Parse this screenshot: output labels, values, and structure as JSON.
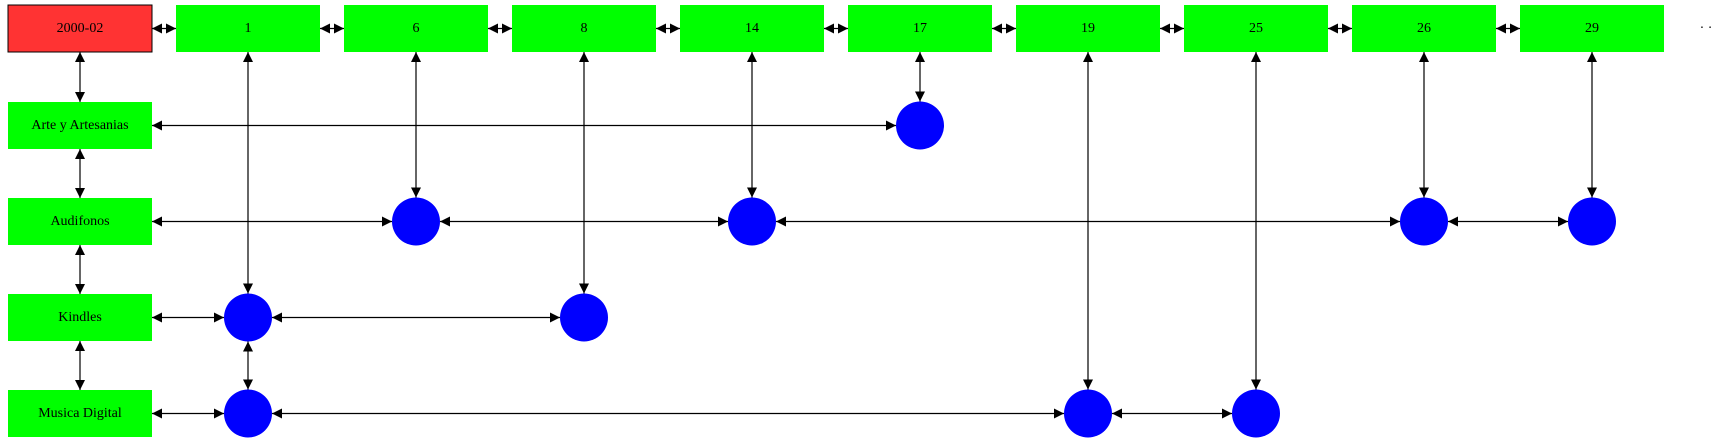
{
  "colors": {
    "header_fill": "#ff3333",
    "column_fill": "#00ff00",
    "row_fill": "#00ff00",
    "dot_fill": "#0000ff",
    "edge": "#000000"
  },
  "header": {
    "label": "2000-02"
  },
  "columns": [
    "1",
    "6",
    "8",
    "14",
    "17",
    "19",
    "25",
    "26",
    "29"
  ],
  "more_indicator": "· ·",
  "rows": [
    {
      "label": "Arte y Artesanias",
      "dots": [
        "17"
      ]
    },
    {
      "label": "Audifonos",
      "dots": [
        "6",
        "14",
        "26",
        "29"
      ]
    },
    {
      "label": "Kindles",
      "dots": [
        "1",
        "8"
      ]
    },
    {
      "label": "Musica Digital",
      "dots": [
        "1",
        "19",
        "25"
      ]
    }
  ]
}
